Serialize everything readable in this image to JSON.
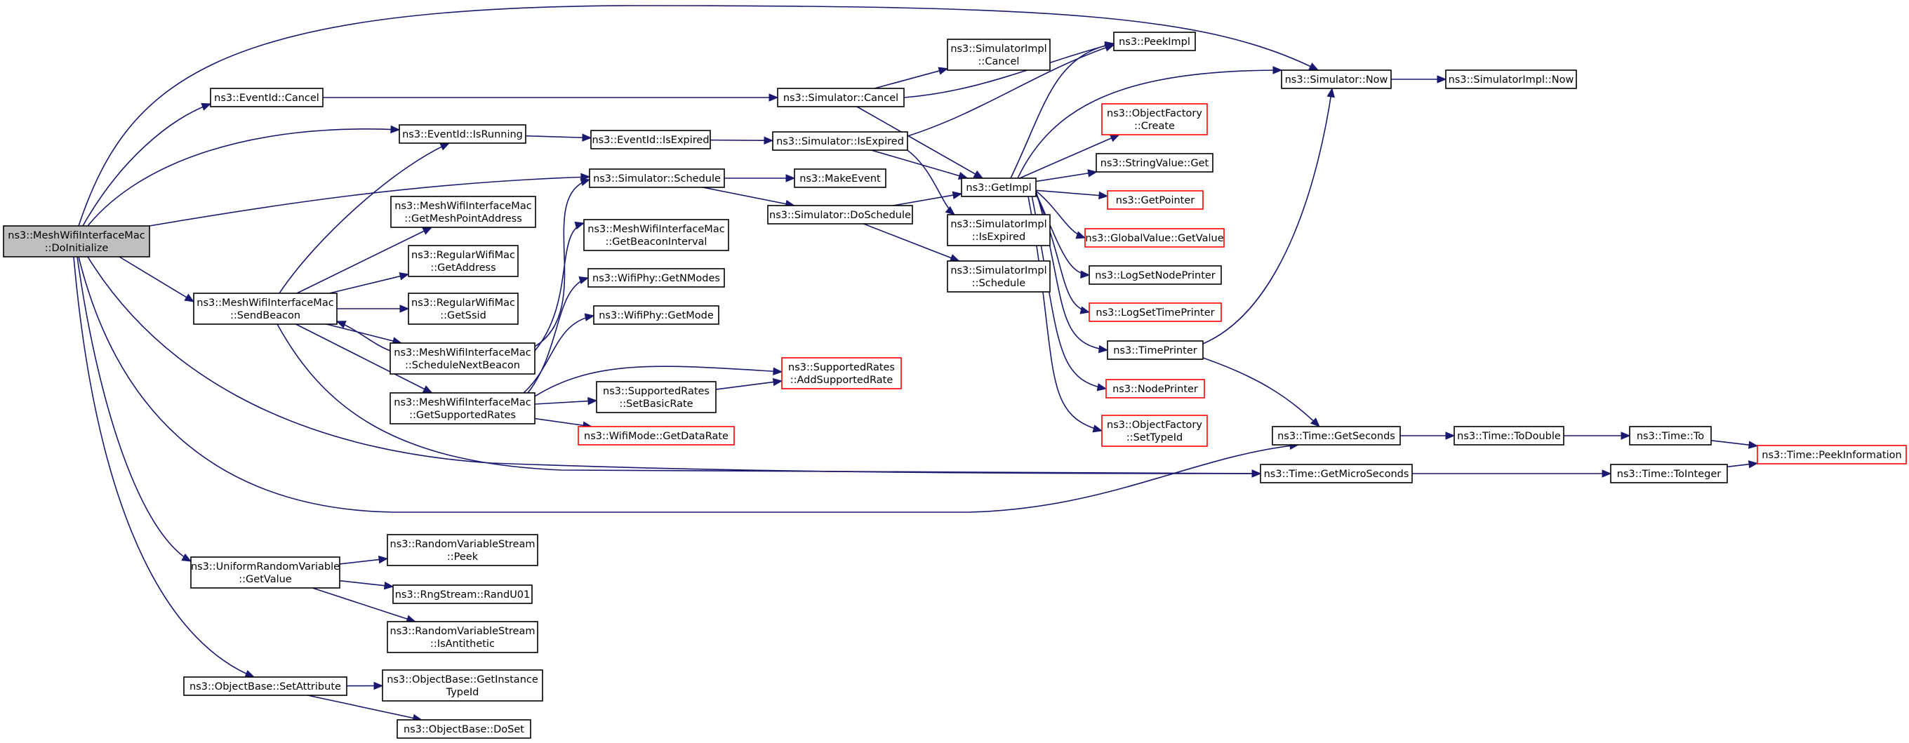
{
  "graph": {
    "title": "",
    "colors": {
      "edge": "#191970",
      "node_border": "#000000",
      "truncated_border": "#ff0000",
      "root_fill": "#bfbfbf"
    },
    "nodes": [
      {
        "id": "DoInitialize",
        "lines": [
          "ns3::MeshWifiInterfaceMac",
          "::DoInitialize"
        ],
        "root": true
      },
      {
        "id": "EventIdCancel",
        "lines": [
          "ns3::EventId::Cancel"
        ]
      },
      {
        "id": "EventIdIsRunning",
        "lines": [
          "ns3::EventId::IsRunning"
        ]
      },
      {
        "id": "SendBeacon",
        "lines": [
          "ns3::MeshWifiInterfaceMac",
          "::SendBeacon"
        ]
      },
      {
        "id": "UniformGetValue",
        "lines": [
          "ns3::UniformRandomVariable",
          "::GetValue"
        ]
      },
      {
        "id": "SetAttribute",
        "lines": [
          "ns3::ObjectBase::SetAttribute"
        ]
      },
      {
        "id": "GetMeshPointAddress",
        "lines": [
          "ns3::MeshWifiInterfaceMac",
          "::GetMeshPointAddress"
        ]
      },
      {
        "id": "RegGetAddress",
        "lines": [
          "ns3::RegularWifiMac",
          "::GetAddress"
        ]
      },
      {
        "id": "RegGetSsid",
        "lines": [
          "ns3::RegularWifiMac",
          "::GetSsid"
        ]
      },
      {
        "id": "ScheduleNextBeacon",
        "lines": [
          "ns3::MeshWifiInterfaceMac",
          "::ScheduleNextBeacon"
        ]
      },
      {
        "id": "GetSupportedRates",
        "lines": [
          "ns3::MeshWifiInterfaceMac",
          "::GetSupportedRates"
        ]
      },
      {
        "id": "RVSPeek",
        "lines": [
          "ns3::RandomVariableStream",
          "::Peek"
        ]
      },
      {
        "id": "RandU01",
        "lines": [
          "ns3::RngStream::RandU01"
        ]
      },
      {
        "id": "IsAntithetic",
        "lines": [
          "ns3::RandomVariableStream",
          "::IsAntithetic"
        ]
      },
      {
        "id": "GetInstanceTypeId",
        "lines": [
          "ns3::ObjectBase::GetInstance",
          "TypeId"
        ]
      },
      {
        "id": "DoSet",
        "lines": [
          "ns3::ObjectBase::DoSet"
        ]
      },
      {
        "id": "EventIdIsExpired",
        "lines": [
          "ns3::EventId::IsExpired"
        ]
      },
      {
        "id": "SimSchedule",
        "lines": [
          "ns3::Simulator::Schedule"
        ]
      },
      {
        "id": "GetBeaconInterval",
        "lines": [
          "ns3::MeshWifiInterfaceMac",
          "::GetBeaconInterval"
        ]
      },
      {
        "id": "GetNModes",
        "lines": [
          "ns3::WifiPhy::GetNModes"
        ]
      },
      {
        "id": "GetMode",
        "lines": [
          "ns3::WifiPhy::GetMode"
        ]
      },
      {
        "id": "SetBasicRate",
        "lines": [
          "ns3::SupportedRates",
          "::SetBasicRate"
        ]
      },
      {
        "id": "GetDataRate",
        "lines": [
          "ns3::WifiMode::GetDataRate"
        ],
        "truncated": true
      },
      {
        "id": "SimCancel",
        "lines": [
          "ns3::Simulator::Cancel"
        ]
      },
      {
        "id": "SimIsExpired",
        "lines": [
          "ns3::Simulator::IsExpired"
        ]
      },
      {
        "id": "MakeEvent",
        "lines": [
          "ns3::MakeEvent"
        ]
      },
      {
        "id": "DoSchedule",
        "lines": [
          "ns3::Simulator::DoSchedule"
        ]
      },
      {
        "id": "AddSupportedRate",
        "lines": [
          "ns3::SupportedRates",
          "::AddSupportedRate"
        ],
        "truncated": true
      },
      {
        "id": "ImplCancel",
        "lines": [
          "ns3::SimulatorImpl",
          "::Cancel"
        ]
      },
      {
        "id": "GetImpl",
        "lines": [
          "ns3::GetImpl"
        ]
      },
      {
        "id": "ImplIsExpired",
        "lines": [
          "ns3::SimulatorImpl",
          "::IsExpired"
        ]
      },
      {
        "id": "ImplSchedule",
        "lines": [
          "ns3::SimulatorImpl",
          "::Schedule"
        ]
      },
      {
        "id": "PeekImpl",
        "lines": [
          "ns3::PeekImpl"
        ]
      },
      {
        "id": "OFCreate",
        "lines": [
          "ns3::ObjectFactory",
          "::Create"
        ],
        "truncated": true
      },
      {
        "id": "StringValueGet",
        "lines": [
          "ns3::StringValue::Get"
        ]
      },
      {
        "id": "GetPointer",
        "lines": [
          "ns3::GetPointer"
        ],
        "truncated": true
      },
      {
        "id": "GlobalGetValue",
        "lines": [
          "ns3::GlobalValue::GetValue"
        ],
        "truncated": true
      },
      {
        "id": "LogSetNodePrinter",
        "lines": [
          "ns3::LogSetNodePrinter"
        ]
      },
      {
        "id": "LogSetTimePrinter",
        "lines": [
          "ns3::LogSetTimePrinter"
        ],
        "truncated": true
      },
      {
        "id": "TimePrinter",
        "lines": [
          "ns3::TimePrinter"
        ]
      },
      {
        "id": "NodePrinter",
        "lines": [
          "ns3::NodePrinter"
        ],
        "truncated": true
      },
      {
        "id": "OFSetTypeId",
        "lines": [
          "ns3::ObjectFactory",
          "::SetTypeId"
        ],
        "truncated": true
      },
      {
        "id": "SimNow",
        "lines": [
          "ns3::Simulator::Now"
        ]
      },
      {
        "id": "ImplNow",
        "lines": [
          "ns3::SimulatorImpl::Now"
        ]
      },
      {
        "id": "GetSeconds",
        "lines": [
          "ns3::Time::GetSeconds"
        ]
      },
      {
        "id": "GetMicroSeconds",
        "lines": [
          "ns3::Time::GetMicroSeconds"
        ]
      },
      {
        "id": "ToDouble",
        "lines": [
          "ns3::Time::ToDouble"
        ]
      },
      {
        "id": "TimeTo",
        "lines": [
          "ns3::Time::To"
        ]
      },
      {
        "id": "ToInteger",
        "lines": [
          "ns3::Time::ToInteger"
        ]
      },
      {
        "id": "PeekInformation",
        "lines": [
          "ns3::Time::PeekInformation"
        ],
        "truncated": true
      }
    ],
    "edges": [
      [
        "DoInitialize",
        "SimNow"
      ],
      [
        "DoInitialize",
        "EventIdCancel"
      ],
      [
        "DoInitialize",
        "EventIdIsRunning"
      ],
      [
        "DoInitialize",
        "SimSchedule"
      ],
      [
        "DoInitialize",
        "SendBeacon"
      ],
      [
        "DoInitialize",
        "GetMicroSeconds"
      ],
      [
        "DoInitialize",
        "GetSeconds"
      ],
      [
        "DoInitialize",
        "UniformGetValue"
      ],
      [
        "DoInitialize",
        "SetAttribute"
      ],
      [
        "EventIdCancel",
        "SimCancel"
      ],
      [
        "EventIdIsRunning",
        "EventIdIsExpired"
      ],
      [
        "EventIdIsExpired",
        "SimIsExpired"
      ],
      [
        "SendBeacon",
        "EventIdIsRunning"
      ],
      [
        "SendBeacon",
        "GetMeshPointAddress"
      ],
      [
        "SendBeacon",
        "RegGetAddress"
      ],
      [
        "SendBeacon",
        "RegGetSsid"
      ],
      [
        "SendBeacon",
        "ScheduleNextBeacon"
      ],
      [
        "SendBeacon",
        "GetSupportedRates"
      ],
      [
        "SendBeacon",
        "GetMicroSeconds"
      ],
      [
        "ScheduleNextBeacon",
        "SendBeacon"
      ],
      [
        "ScheduleNextBeacon",
        "SimSchedule"
      ],
      [
        "ScheduleNextBeacon",
        "GetBeaconInterval"
      ],
      [
        "GetSupportedRates",
        "GetNModes"
      ],
      [
        "GetSupportedRates",
        "GetMode"
      ],
      [
        "GetSupportedRates",
        "AddSupportedRate"
      ],
      [
        "GetSupportedRates",
        "SetBasicRate"
      ],
      [
        "GetSupportedRates",
        "GetDataRate"
      ],
      [
        "SetBasicRate",
        "AddSupportedRate"
      ],
      [
        "UniformGetValue",
        "RVSPeek"
      ],
      [
        "UniformGetValue",
        "RandU01"
      ],
      [
        "UniformGetValue",
        "IsAntithetic"
      ],
      [
        "SetAttribute",
        "GetInstanceTypeId"
      ],
      [
        "SetAttribute",
        "DoSet"
      ],
      [
        "SimSchedule",
        "MakeEvent"
      ],
      [
        "SimSchedule",
        "DoSchedule"
      ],
      [
        "DoSchedule",
        "GetImpl"
      ],
      [
        "DoSchedule",
        "ImplSchedule"
      ],
      [
        "SimCancel",
        "ImplCancel"
      ],
      [
        "SimCancel",
        "PeekImpl"
      ],
      [
        "SimCancel",
        "GetImpl"
      ],
      [
        "SimIsExpired",
        "PeekImpl"
      ],
      [
        "SimIsExpired",
        "GetImpl"
      ],
      [
        "SimIsExpired",
        "ImplIsExpired"
      ],
      [
        "GetImpl",
        "PeekImpl"
      ],
      [
        "GetImpl",
        "SimNow"
      ],
      [
        "GetImpl",
        "OFCreate"
      ],
      [
        "GetImpl",
        "StringValueGet"
      ],
      [
        "GetImpl",
        "GetPointer"
      ],
      [
        "GetImpl",
        "GlobalGetValue"
      ],
      [
        "GetImpl",
        "LogSetNodePrinter"
      ],
      [
        "GetImpl",
        "LogSetTimePrinter"
      ],
      [
        "GetImpl",
        "TimePrinter"
      ],
      [
        "GetImpl",
        "NodePrinter"
      ],
      [
        "GetImpl",
        "OFSetTypeId"
      ],
      [
        "TimePrinter",
        "SimNow"
      ],
      [
        "TimePrinter",
        "GetSeconds"
      ],
      [
        "SimNow",
        "ImplNow"
      ],
      [
        "GetSeconds",
        "ToDouble"
      ],
      [
        "ToDouble",
        "TimeTo"
      ],
      [
        "TimeTo",
        "PeekInformation"
      ],
      [
        "GetMicroSeconds",
        "ToInteger"
      ],
      [
        "ToInteger",
        "PeekInformation"
      ]
    ]
  }
}
